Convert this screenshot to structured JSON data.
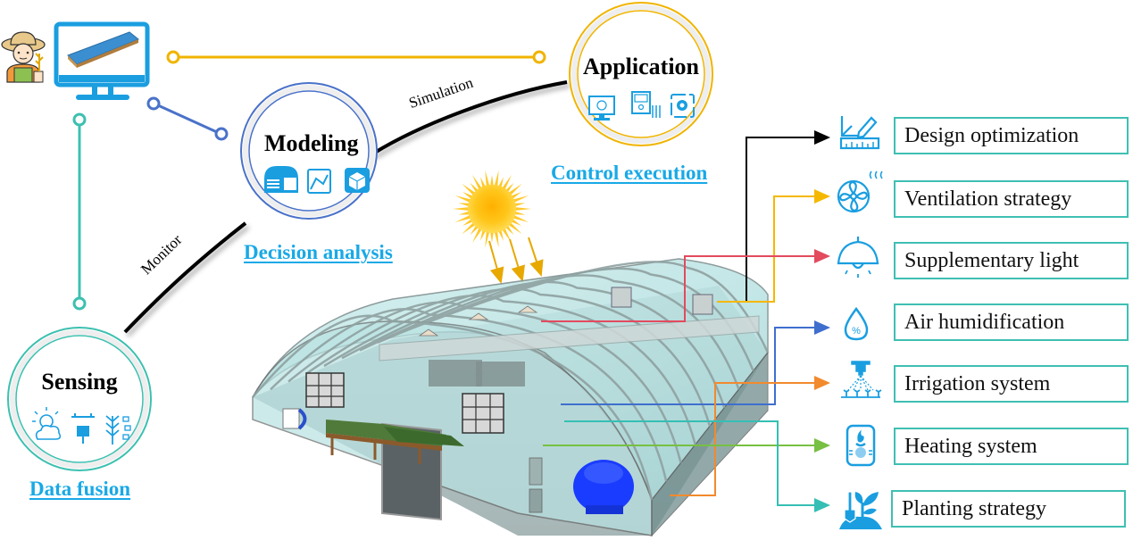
{
  "nodes": {
    "modeling": {
      "title": "Modeling",
      "subtitle": "Decision analysis",
      "ring_color": "#4a72c9"
    },
    "application": {
      "title": "Application",
      "subtitle": "Control execution",
      "ring_color": "#f0b400"
    },
    "sensing": {
      "title": "Sensing",
      "subtitle": "Data fusion",
      "ring_color": "#3cc0b0"
    }
  },
  "edges": {
    "simulation": "Simulation",
    "monitor": "Monitor"
  },
  "colors": {
    "accent_blue": "#19a9e6",
    "box_border": "#3fbfb3",
    "design": "#000000",
    "ventilation": "#f5b800",
    "light": "#e34a5e",
    "humidification": "#3f6fce",
    "irrigation": "#f28a2e",
    "heating": "#77c043",
    "planting": "#35bfb4"
  },
  "outputs": [
    {
      "label": "Design optimization",
      "icon": "ruler-pencil-icon"
    },
    {
      "label": "Ventilation strategy",
      "icon": "fan-icon"
    },
    {
      "label": "Supplementary light",
      "icon": "lamp-icon"
    },
    {
      "label": "Air humidification",
      "icon": "humidity-drop-icon"
    },
    {
      "label": "Irrigation system",
      "icon": "sprinkler-icon"
    },
    {
      "label": "Heating system",
      "icon": "heater-icon"
    },
    {
      "label": "Planting strategy",
      "icon": "plant-shovel-icon"
    }
  ]
}
